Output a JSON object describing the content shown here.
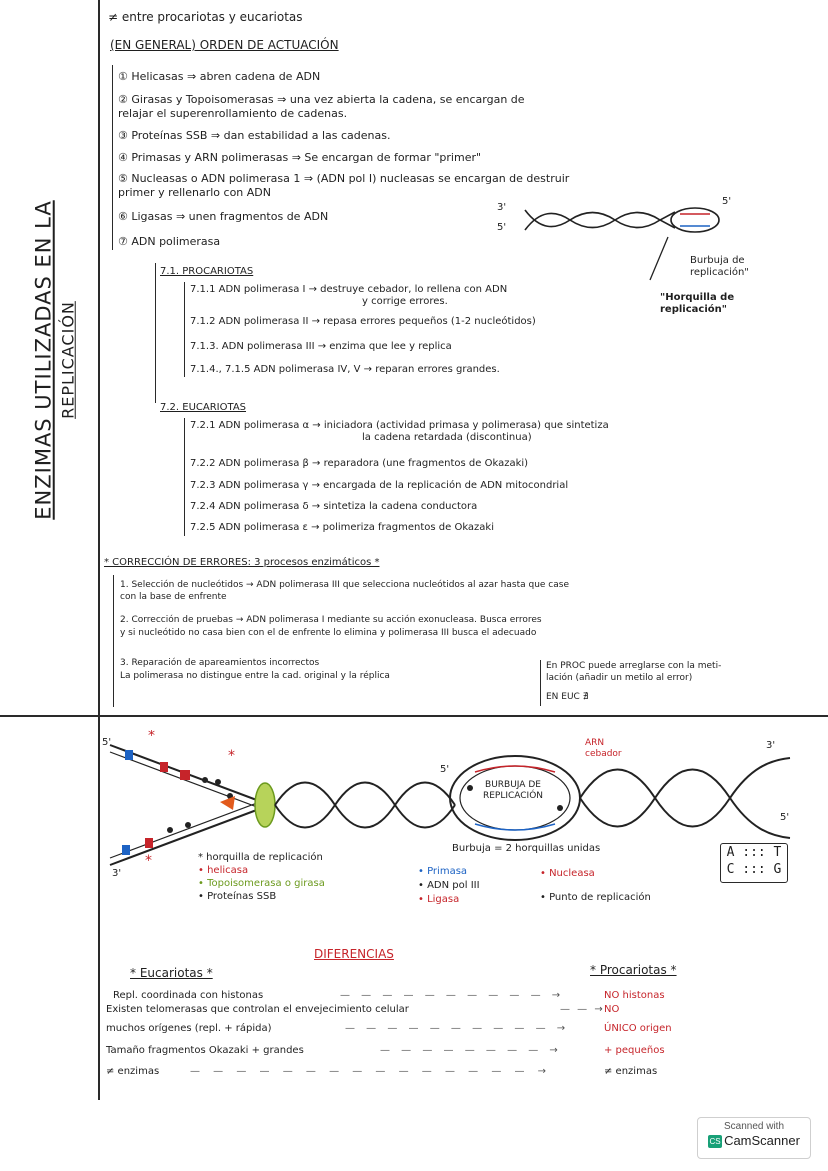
{
  "side_title": {
    "line1": "Enzimas utilizadas en la",
    "line2": "replicación"
  },
  "header": {
    "line1": "≠ entre procariotas y eucariotas",
    "line2": "(EN GENERAL) ORDEN DE ACTUACIÓN"
  },
  "order_list": [
    "① Helicasas ⇒ abren cadena de ADN",
    "② Girasas y Topoisomerasas ⇒ una vez abierta la cadena, se encargan de",
    "relajar el superenrollamiento de cadenas.",
    "③ Proteínas SSB ⇒ dan estabilidad a las cadenas.",
    "④ Primasas y ARN polimerasas ⇒ Se encargan de formar \"primer\"",
    "⑤ Nucleasas o ADN polimerasa 1 ⇒ (ADN pol I) nucleasas se encargan de destruir",
    "primer y rellenarlo con ADN",
    "⑥ Ligasas ⇒ unen fragmentos de ADN",
    "⑦ ADN polimerasa"
  ],
  "helix_small": {
    "label_3": "3'",
    "label_5": "5'",
    "label_5b": "5'",
    "note_bubble": "Burbuja de replicación\"",
    "note_fork": "\"Horquilla de replicación\""
  },
  "procariotas": {
    "heading": "7.1. PROCARIOTAS",
    "items": [
      "7.1.1 ADN polimerasa I → destruye cebador, lo rellena con ADN",
      "y corrige errores.",
      "7.1.2 ADN polimerasa II → repasa errores pequeños (1-2 nucleótidos)",
      "7.1.3. ADN polimerasa III → enzima que lee y replica",
      "7.1.4., 7.1.5 ADN polimerasa IV, V → reparan errores grandes."
    ]
  },
  "eucariotas": {
    "heading": "7.2. EUCARIOTAS",
    "items": [
      "7.2.1 ADN polimerasa α → iniciadora (actividad primasa y polimerasa) que sintetiza",
      "la cadena retardada (discontinua)",
      "7.2.2 ADN polimerasa β → reparadora (une fragmentos de Okazaki)",
      "7.2.3 ADN polimerasa γ → encargada de la replicación de ADN mitocondrial",
      "7.2.4 ADN polimerasa δ → sintetiza la cadena conductora",
      "7.2.5 ADN polimerasa ε → polimeriza fragmentos de Okazaki"
    ]
  },
  "correccion": {
    "heading": "* CORRECCIÓN DE ERRORES: 3 procesos enzimáticos *",
    "items": [
      "1. Selección de nucleótidos → ADN polimerasa III que selecciona nucleótidos al azar hasta que case",
      "con la base de enfrente",
      "2. Corrección de pruebas → ADN polimerasa I mediante su acción exonucleasa. Busca errores",
      "y si nucleótido no casa bien con el de enfrente lo elimina y polimerasa III busca el adecuado",
      "3. Reparación de apareamientos incorrectos",
      "La polimerasa no distingue entre la cad. original y la réplica"
    ],
    "side_note": [
      "En PROC puede arreglarse con la meti-",
      "lación (añadir un metilo al error)",
      "EN EUC ∄"
    ]
  },
  "diagram": {
    "labels": {
      "five_left": "5'",
      "three_left": "3'",
      "three_right": "3'",
      "five_right": "5'",
      "five_bubble": "5'",
      "arn_cebador": "ARN cebador",
      "bubble_title": "BURBUJA DE REPLICACIÓN"
    },
    "legend_left": [
      "* horquilla de replicación",
      "• helicasa",
      "• Topoisomerasa o girasa",
      "• Proteínas SSB"
    ],
    "legend_mid_title": "Burbuja = 2 horquillas unidas",
    "legend_mid": [
      "• Primasa",
      "• ADN pol III",
      "• Ligasa"
    ],
    "legend_right": [
      "• Nucleasa",
      "• Punto de replicación"
    ],
    "pairs": [
      "A ::: T",
      "C ::: G"
    ],
    "colors": {
      "red": "#c6242a",
      "blue": "#1d63c4",
      "green": "#6c9a1e",
      "ink": "#1f1f1f"
    }
  },
  "diferencias": {
    "title": "DIFERENCIAS",
    "left_header": "* Eucariotas *",
    "right_header": "* Procariotas *",
    "rows": [
      {
        "left": "Repl. coordinada con histonas",
        "right": "NO histonas"
      },
      {
        "left": "Existen telomerasas que controlan el envejecimiento celular",
        "right": "NO"
      },
      {
        "left": "muchos orígenes (repl. + rápida)",
        "right": "ÚNICO origen"
      },
      {
        "left": "Tamaño fragmentos Okazaki + grandes",
        "right": "+ pequeños"
      },
      {
        "left": "≠ enzimas",
        "right": "≠ enzimas"
      }
    ]
  },
  "scanner": {
    "line1": "Scanned with",
    "line2": "CamScanner",
    "logo": "CS"
  }
}
